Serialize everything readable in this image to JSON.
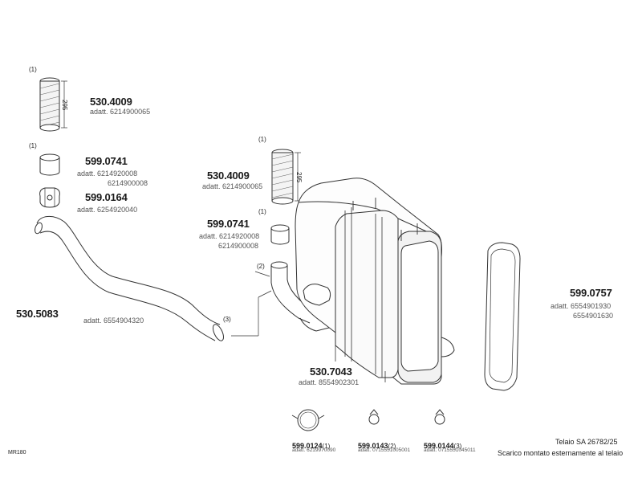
{
  "parts": {
    "tube_a": {
      "refs": "(1)",
      "dimension": "295",
      "number": "530.4009",
      "adatt_prefix": "adatt.",
      "code": "6214900065"
    },
    "collar_a": {
      "refs": "(1)",
      "number": "599.0741",
      "adatt_prefix": "adatt.",
      "code1": "6214920008",
      "code2": "6214900008"
    },
    "clamp": {
      "number": "599.0164",
      "adatt_prefix": "adatt.",
      "code": "6254920040"
    },
    "pipe": {
      "number": "530.5083",
      "adatt_prefix": "adatt.",
      "code": "6554904320",
      "ref": "(3)"
    },
    "tube_b": {
      "refs": "(1)",
      "dimension": "295",
      "number": "530.4009",
      "adatt_prefix": "adatt.",
      "code": "6214900065"
    },
    "collar_b": {
      "refs": "(1)",
      "number": "599.0741",
      "adatt_prefix": "adatt.",
      "code1": "6214920008",
      "code2": "6214900008"
    },
    "elbow_ref": "(2)",
    "silencer": {
      "number": "530.7043",
      "adatt_prefix": "adatt.",
      "code": "8554902301"
    },
    "cover": {
      "number": "599.0757",
      "adatt_prefix": "adatt.",
      "code1": "6554901930",
      "code2": "6554901630"
    },
    "small_clamps": [
      {
        "number": "599.0124",
        "ref": "(1)",
        "adatt_prefix": "adatt.",
        "code": "6219970090"
      },
      {
        "number": "599.0143",
        "ref": "(2)",
        "adatt_prefix": "adatt.",
        "code": "0715551005001"
      },
      {
        "number": "599.0144",
        "ref": "(3)",
        "adatt_prefix": "adatt.",
        "code": "0715551045011"
      }
    ]
  },
  "footer": {
    "code": "MR180",
    "frame": "Telaio SA 26782/25",
    "note": "Scarico montato esternamente al telaio"
  }
}
